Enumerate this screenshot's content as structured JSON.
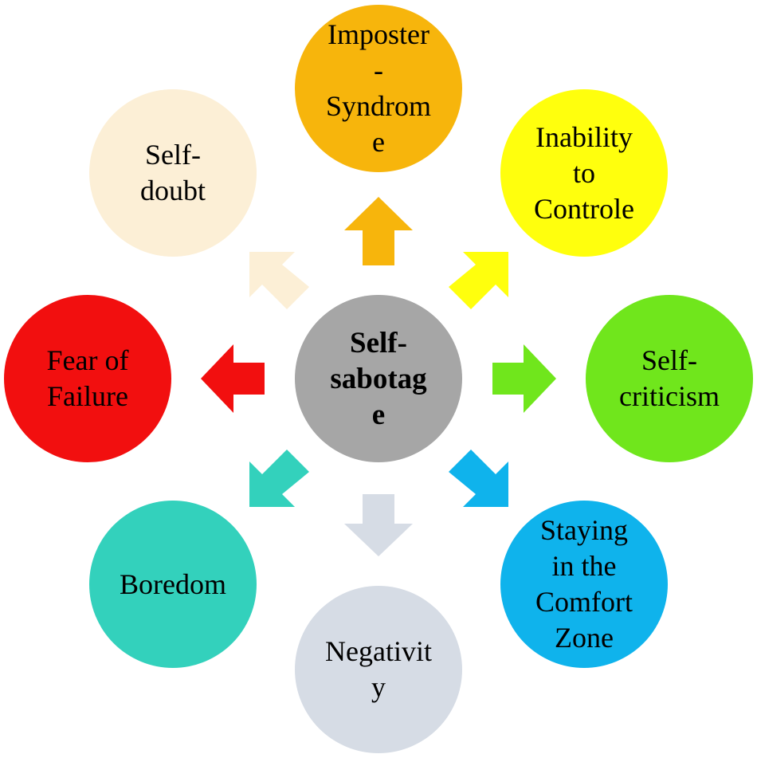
{
  "center": {
    "label": "Self-\nsabotag\ne",
    "color": "#A6A6A6"
  },
  "nodes": {
    "imposter_syndrome": {
      "label": "Imposter\n-\nSyndrom\ne",
      "color": "#F7B50C"
    },
    "inability_to_controle": {
      "label": "Inability\nto\nControle",
      "color": "#FFFF0D"
    },
    "self_criticism": {
      "label": "Self-\ncriticism",
      "color": "#70E61C"
    },
    "staying_in_comfort_zone": {
      "label": "Staying\nin the\nComfort\nZone",
      "color": "#0FB3EC"
    },
    "negativity": {
      "label": "Negativit\ny",
      "color": "#D6DCE5"
    },
    "boredom": {
      "label": "Boredom",
      "color": "#33D1BC"
    },
    "fear_of_failure": {
      "label": "Fear of\nFailure",
      "color": "#F20F0F"
    },
    "self_doubt": {
      "label": "Self-\ndoubt",
      "color": "#FCEFD6"
    }
  },
  "arrow_colors": {
    "up": "#F7B50C",
    "up_right": "#FFFF0D",
    "right": "#70E61C",
    "down_right": "#0FB3EC",
    "down": "#D6DCE5",
    "down_left": "#33D1BC",
    "left": "#F20F0F",
    "up_left": "#FCEFD6"
  }
}
